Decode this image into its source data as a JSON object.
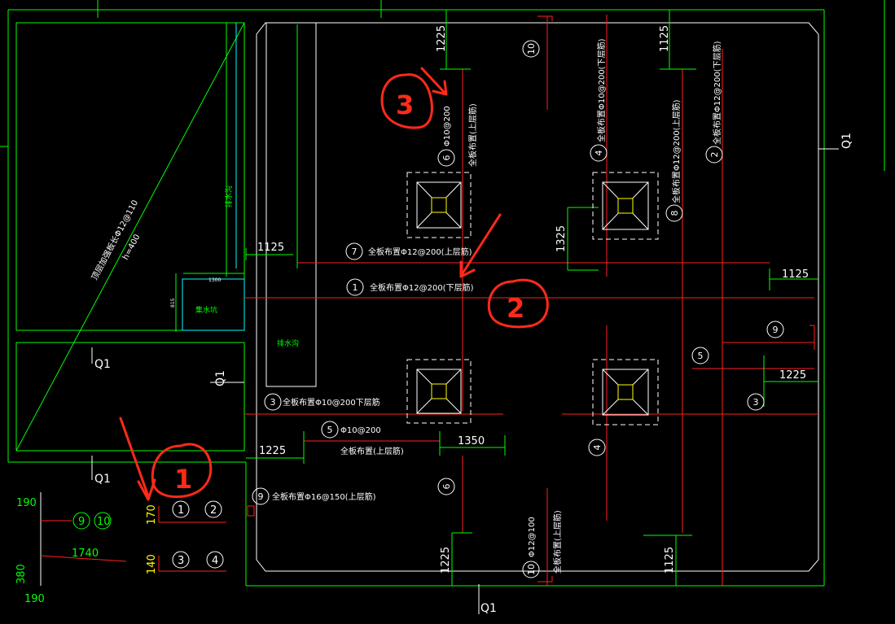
{
  "colors": {
    "background": "#000000",
    "outline": "#00ff00",
    "rebar": "#ff0000",
    "cyan": "#00ffff",
    "text": "#ffffff",
    "annotation": "#ff2a1a",
    "yellow": "#ffff00"
  },
  "dims": {
    "top_left": "1225",
    "top_right": "1125",
    "left_mid": "1125",
    "right_mid": "1125",
    "right_low": "1225",
    "vert_mid": "1325",
    "bottom_left_h": "1225",
    "bottom_mid": "1350",
    "bottom_v_left": "1225",
    "bottom_v_right": "1125",
    "sump_w": "1300",
    "sump_h": "815"
  },
  "rebar_labels": {
    "r1": "全板布置Φ12@200(下层筋)",
    "r3": "全板布置Φ10@200下层筋",
    "r5a": "Φ10@200",
    "r5b": "全板布置(上层筋)",
    "r6a": "Φ10@200",
    "r6b": "全板布置(上层筋)",
    "r7": "全板布置Φ12@200(上层筋)",
    "r4": "全板布置Φ10@200(下层筋)",
    "r2": "全板布置Φ12@200(下层筋)",
    "r8": "全板布置Φ12@200(上层筋)",
    "r9": "全板布置Φ16@150(上层筋)",
    "r10a": "Φ12@100",
    "r10b": "全板布置(上层筋)"
  },
  "numbers": {
    "n1": "1",
    "n2": "2",
    "n3": "3",
    "n4": "4",
    "n5": "5",
    "n6": "6",
    "n7": "7",
    "n8": "8",
    "n9": "9",
    "n10": "10"
  },
  "axis": {
    "q1": "Q1"
  },
  "rooms": {
    "sump": "集水坑",
    "trench": "排水沟",
    "ramp": "顶层加强板长Φ12@110",
    "ramp_h": "h=400",
    "cyan_label": "排水沟"
  },
  "legend": {
    "v190_top": "190",
    "v170": "170",
    "v1740": "1740",
    "v140": "140",
    "v380": "380",
    "v190_bottom": "190"
  },
  "markers": {
    "m1": "1",
    "m2": "2",
    "m3": "3"
  }
}
